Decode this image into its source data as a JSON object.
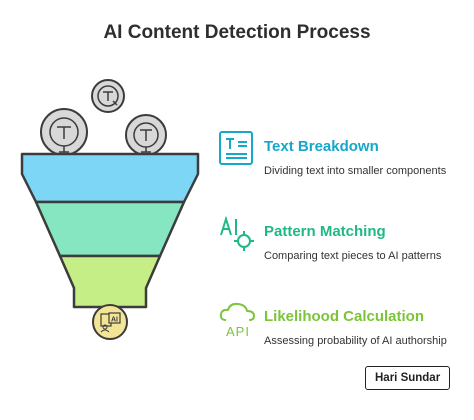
{
  "title": "AI Content Detection Process",
  "steps": [
    {
      "heading": "Text Breakdown",
      "description": "Dividing text into smaller components",
      "color": "#16a8c8",
      "icon": "document-text-icon"
    },
    {
      "heading": "Pattern Matching",
      "description": "Comparing text pieces to AI patterns",
      "color": "#1fb985",
      "icon": "ai-target-icon"
    },
    {
      "heading": "Likelihood Calculation",
      "description": "Assessing probability of AI authorship",
      "color": "#7cc43a",
      "icon": "cloud-api-icon"
    }
  ],
  "icon_labels": {
    "api": "API",
    "ai": "AI"
  },
  "author": "Hari Sundar",
  "colors": {
    "funnel_top": "#7dd6f6",
    "funnel_middle": "#86e6c2",
    "funnel_bottom": "#c6ee86",
    "funnel_outline": "#3c3c3c",
    "tokens": "#d8d8d8",
    "output_circle": "#f3e596"
  }
}
